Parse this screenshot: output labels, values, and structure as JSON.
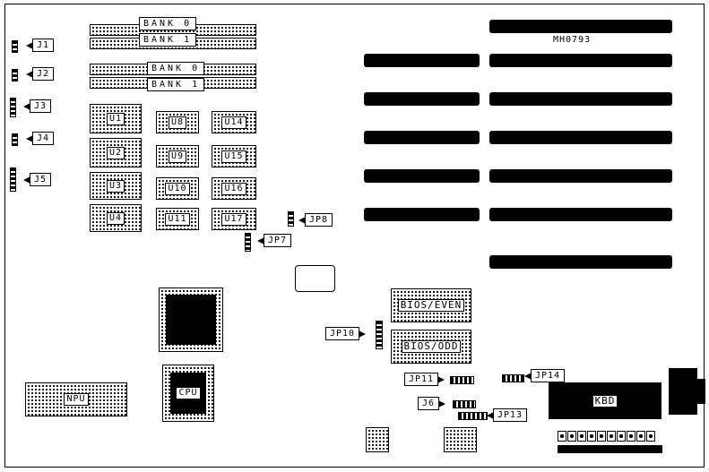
{
  "board": {
    "code": "MH0793"
  },
  "left_connectors": [
    {
      "label": "J1"
    },
    {
      "label": "J2"
    },
    {
      "label": "J3"
    },
    {
      "label": "J4"
    },
    {
      "label": "J5"
    }
  ],
  "banks": [
    "BANK 0",
    "BANK 1",
    "BANK 0",
    "BANK 1"
  ],
  "chips": [
    "U1",
    "U2",
    "U3",
    "U4",
    "U8",
    "U9",
    "U10",
    "U11",
    "U14",
    "U15",
    "U16",
    "U17"
  ],
  "jumpers": {
    "jp7": "JP7",
    "jp8": "JP8",
    "jp10": "JP10",
    "jp11": "JP11",
    "jp13": "JP13",
    "jp14": "JP14",
    "j6": "J6"
  },
  "ics": {
    "bios_even": "BIOS/EVEN",
    "bios_odd": "BIOS/ODD",
    "cpu": "CPU",
    "npu": "NPU",
    "kbd": "KBD"
  }
}
